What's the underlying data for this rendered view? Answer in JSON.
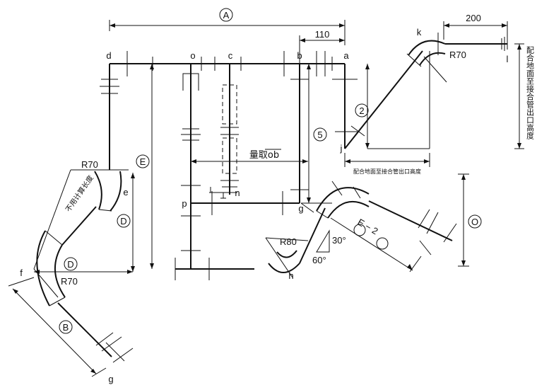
{
  "points": {
    "a": "a",
    "b": "b",
    "c": "c",
    "o": "o",
    "d": "d",
    "e": "e",
    "f": "f",
    "g_bottom": "g",
    "g_mid": "g",
    "h": "h",
    "j": "j",
    "k": "k",
    "l": "l",
    "n": "n",
    "p": "p"
  },
  "circled": {
    "A": "A",
    "B": "B",
    "D1": "D",
    "D2": "D",
    "E": "E",
    "O": "O",
    "two": "2",
    "five": "5",
    "E_minus_2": "E − 2"
  },
  "dimensions": {
    "d110": "110",
    "d200": "200",
    "r70_top": "R70",
    "r70_left": "R70",
    "r70_lower": "R70",
    "r80": "R80",
    "deg30": "30°",
    "deg60": "60°"
  },
  "notes": {
    "measure_ob": "量取ob",
    "not_counted": "不用计算长度",
    "right_vertical": "配合地面至接合管出口高度",
    "j_horizontal": "配合地面至接合管出口高度"
  }
}
